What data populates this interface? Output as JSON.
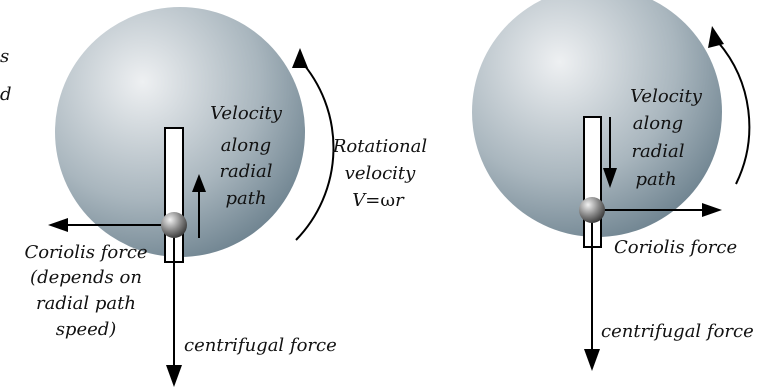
{
  "colors": {
    "disk_dark": "#5d7482",
    "disk_light": "#eef0f2",
    "ink": "#000000"
  },
  "edge_fragment": {
    "line1": "s",
    "line2": "d"
  },
  "left_diagram": {
    "velocity_label": [
      "Velocity",
      "along",
      "radial",
      "path"
    ],
    "rotational_label": {
      "line1": "Rotational",
      "line2": "velocity",
      "line3_prefix": "V=",
      "line3_symbol": "ω",
      "line3_suffix": "r"
    },
    "coriolis_label": [
      "Coriolis force",
      "(depends on",
      "radial path",
      "speed)"
    ],
    "centrifugal_label": "centrifugal force"
  },
  "right_diagram": {
    "velocity_label": [
      "Velocity",
      "along",
      "radial",
      "path"
    ],
    "coriolis_label": "Coriolis force",
    "centrifugal_label": "centrifugal force"
  }
}
